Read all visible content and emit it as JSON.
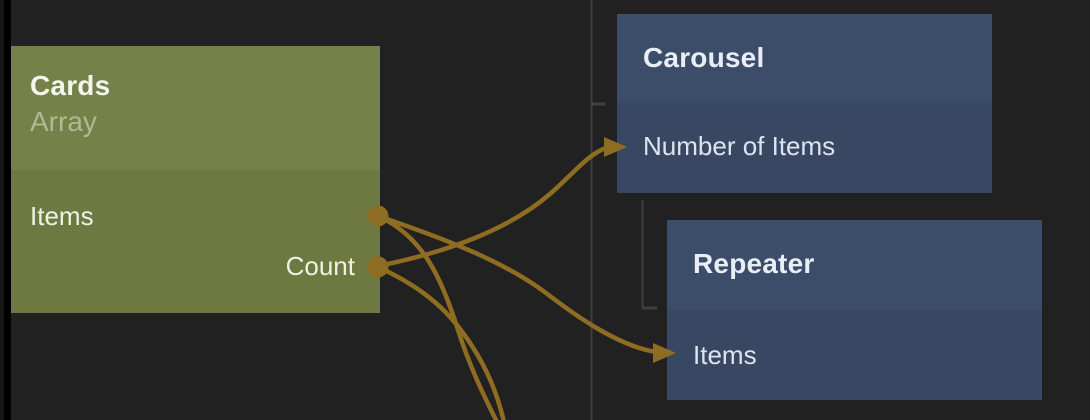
{
  "app": {
    "view": "node-graph-canvas"
  },
  "colors": {
    "canvas_bg": "#212121",
    "frame_edge": "#161616",
    "frame_gap": "#000000",
    "cards_header": "#748148",
    "cards_body": "#6d7941",
    "cards_title_text": "#f4f5ee",
    "cards_subtitle_text": "#b2b896",
    "cards_label_text": "#eff1e6",
    "blue_header": "#3b4d69",
    "blue_body": "#394862",
    "blue_title_text": "#e9eef6",
    "blue_label_text": "#dde4ef",
    "wire": "#8e6d23",
    "hierarchy_line": "#3e3e3e"
  },
  "nodes": {
    "cards": {
      "title": "Cards",
      "subtitle": "Array",
      "outputs": [
        {
          "label": "Items"
        },
        {
          "label": "Count"
        }
      ]
    },
    "carousel": {
      "title": "Carousel",
      "inputs": [
        {
          "label": "Number of Items"
        }
      ]
    },
    "repeater": {
      "title": "Repeater",
      "inputs": [
        {
          "label": "Items"
        }
      ]
    }
  },
  "connections": [
    {
      "from": "Cards.Count",
      "to": "Carousel.Number of Items"
    },
    {
      "from": "Cards.Items",
      "to": "Repeater.Items"
    },
    {
      "from": "Cards.Items",
      "to": "offscreen-below"
    },
    {
      "from": "Cards.Count",
      "to": "offscreen-below"
    }
  ]
}
